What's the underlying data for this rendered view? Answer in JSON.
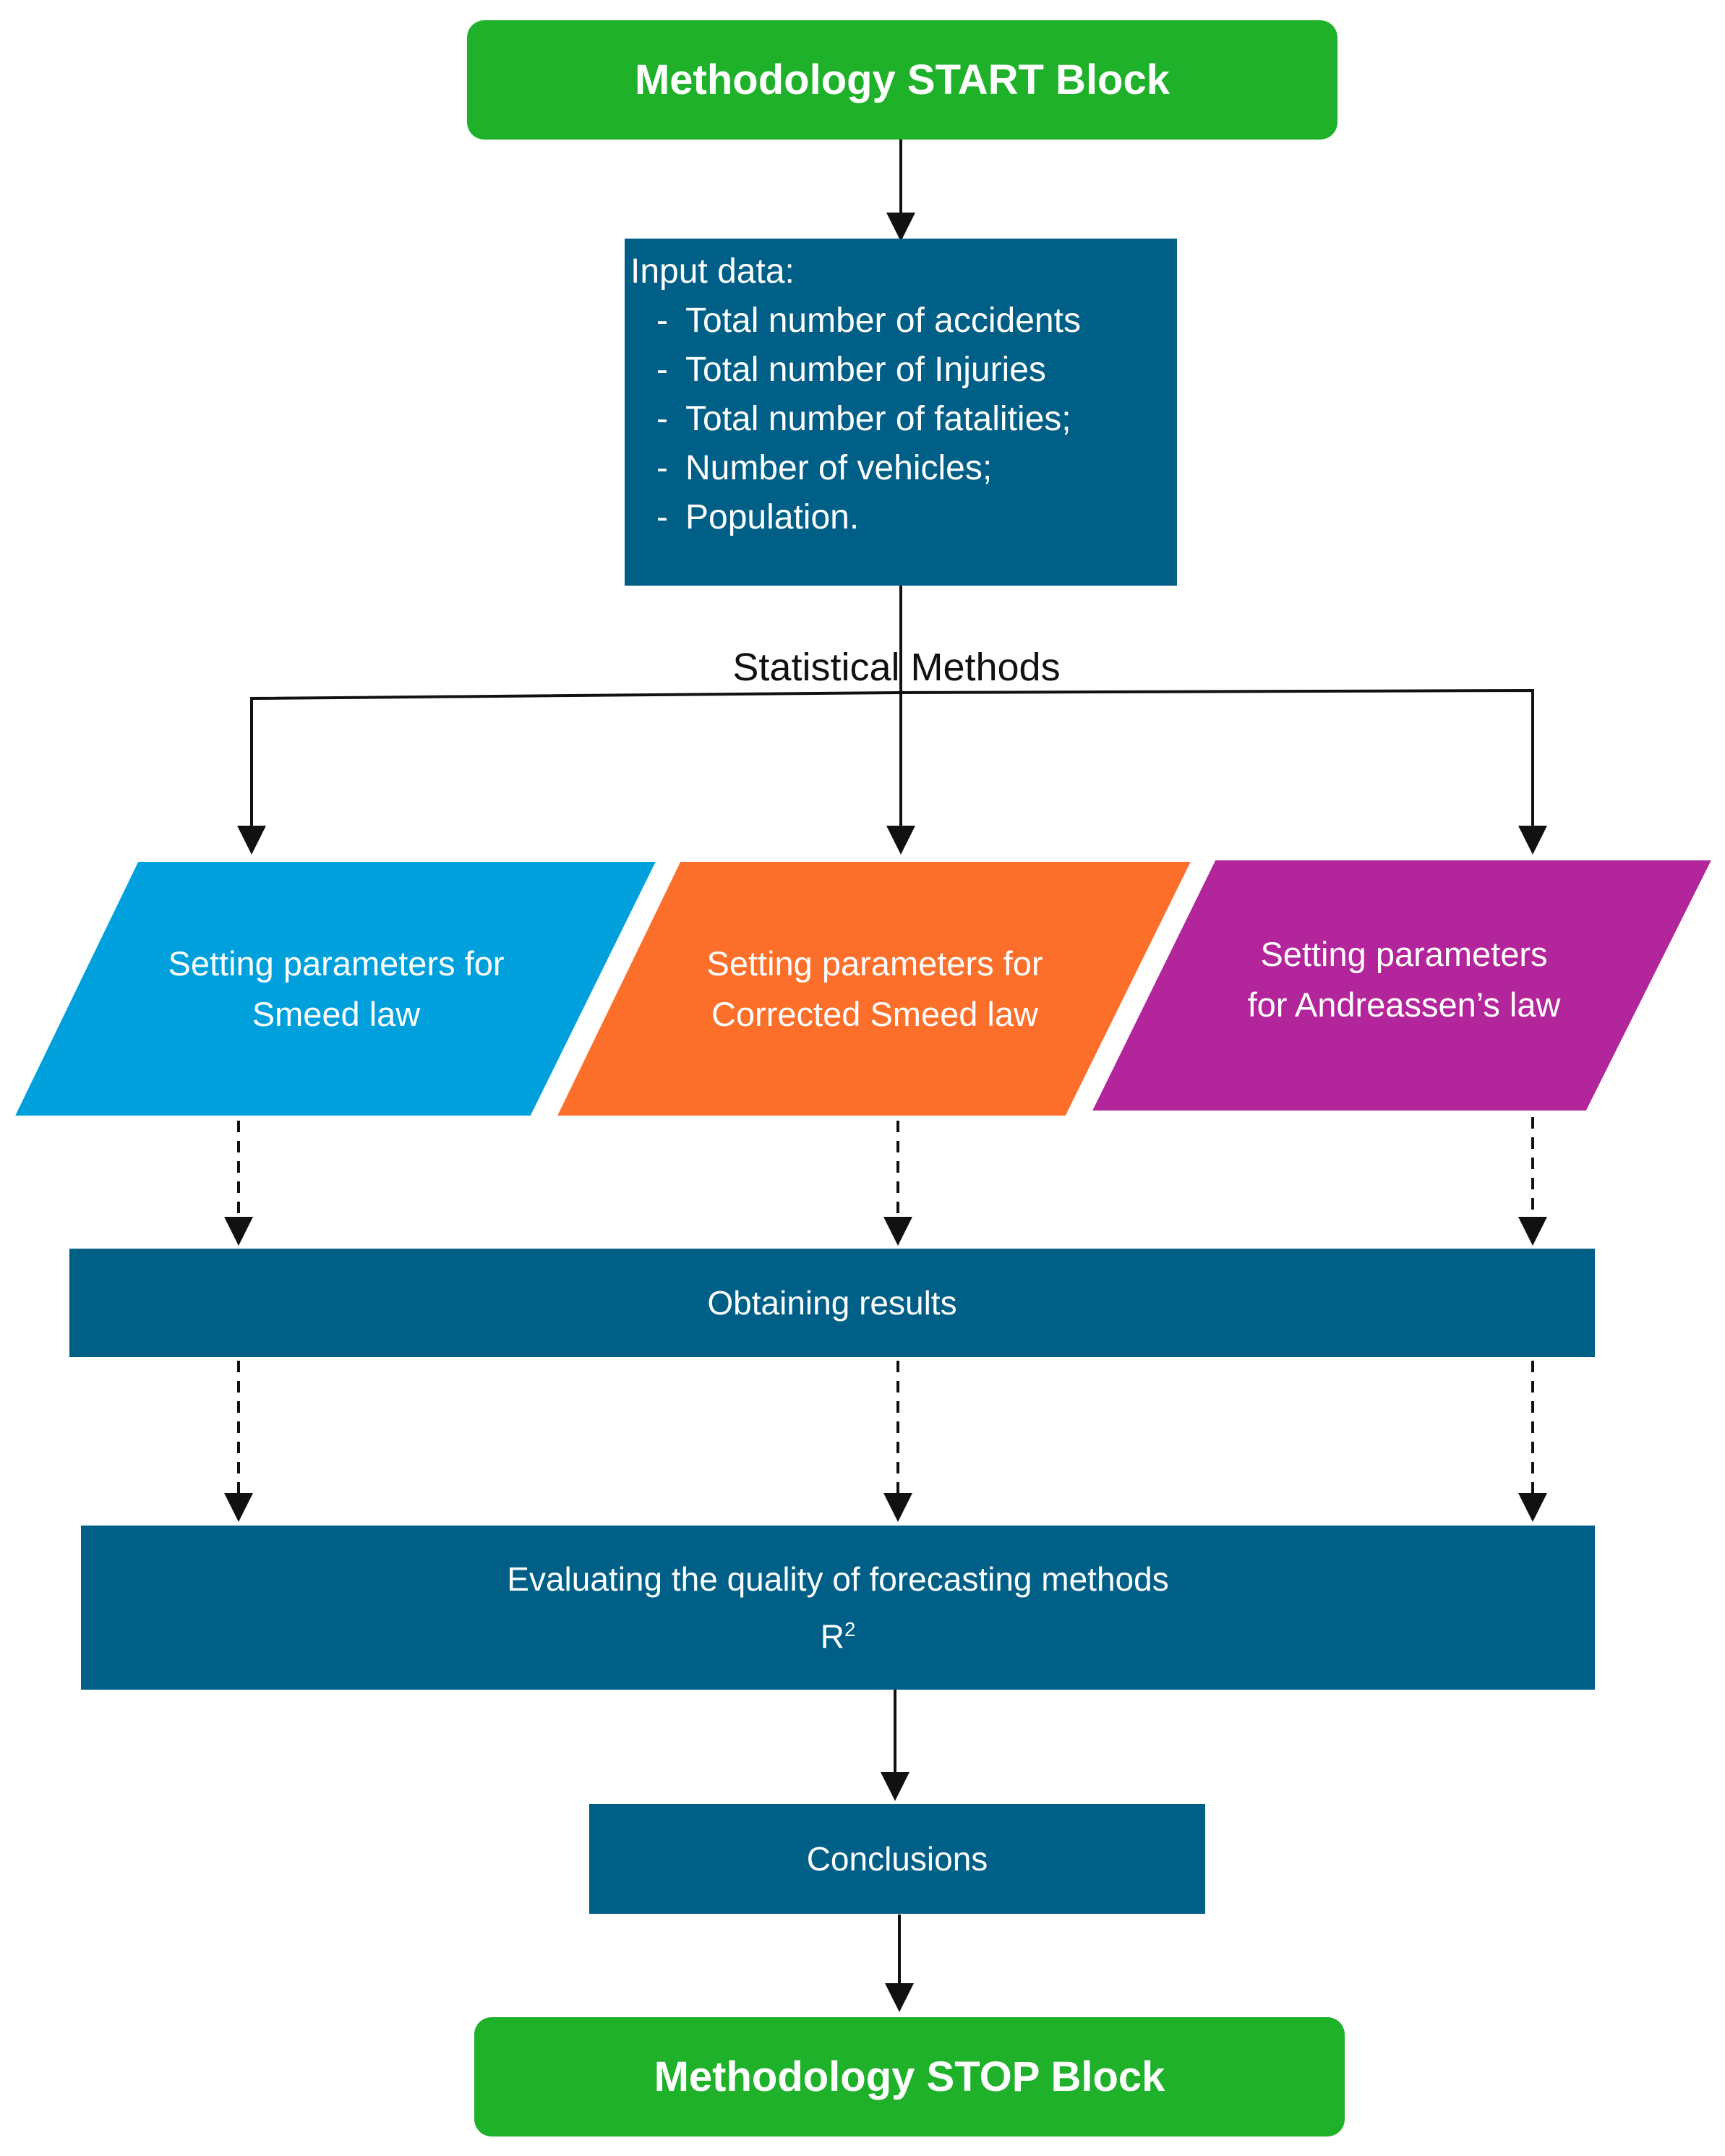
{
  "start_block": "Methodology START Block",
  "input_box": {
    "title": "Input data:",
    "items": [
      "Total number of accidents",
      "Total number of Injuries",
      "Total number of fatalities;",
      "Number of vehicles;",
      "Population."
    ]
  },
  "branch_label": "Statistical Methods",
  "parameters": [
    {
      "label": "Setting parameters for Smeed law",
      "color": "#00a0dc"
    },
    {
      "label": "Setting parameters for Corrected Smeed law",
      "color": "#fb6f2a"
    },
    {
      "label": "Setting parameters for Andreassen’s law",
      "color": "#b3259a"
    }
  ],
  "results_box": "Obtaining results",
  "evaluation_box": {
    "line1": "Evaluating the quality of forecasting methods",
    "metric_base": "R",
    "metric_sup": "2"
  },
  "conclusions_box": "Conclusions",
  "stop_block": "Methodology STOP Block",
  "colors": {
    "terminal_green": "#1fb12a",
    "process_blue": "#005f86",
    "arrow": "#111111"
  }
}
